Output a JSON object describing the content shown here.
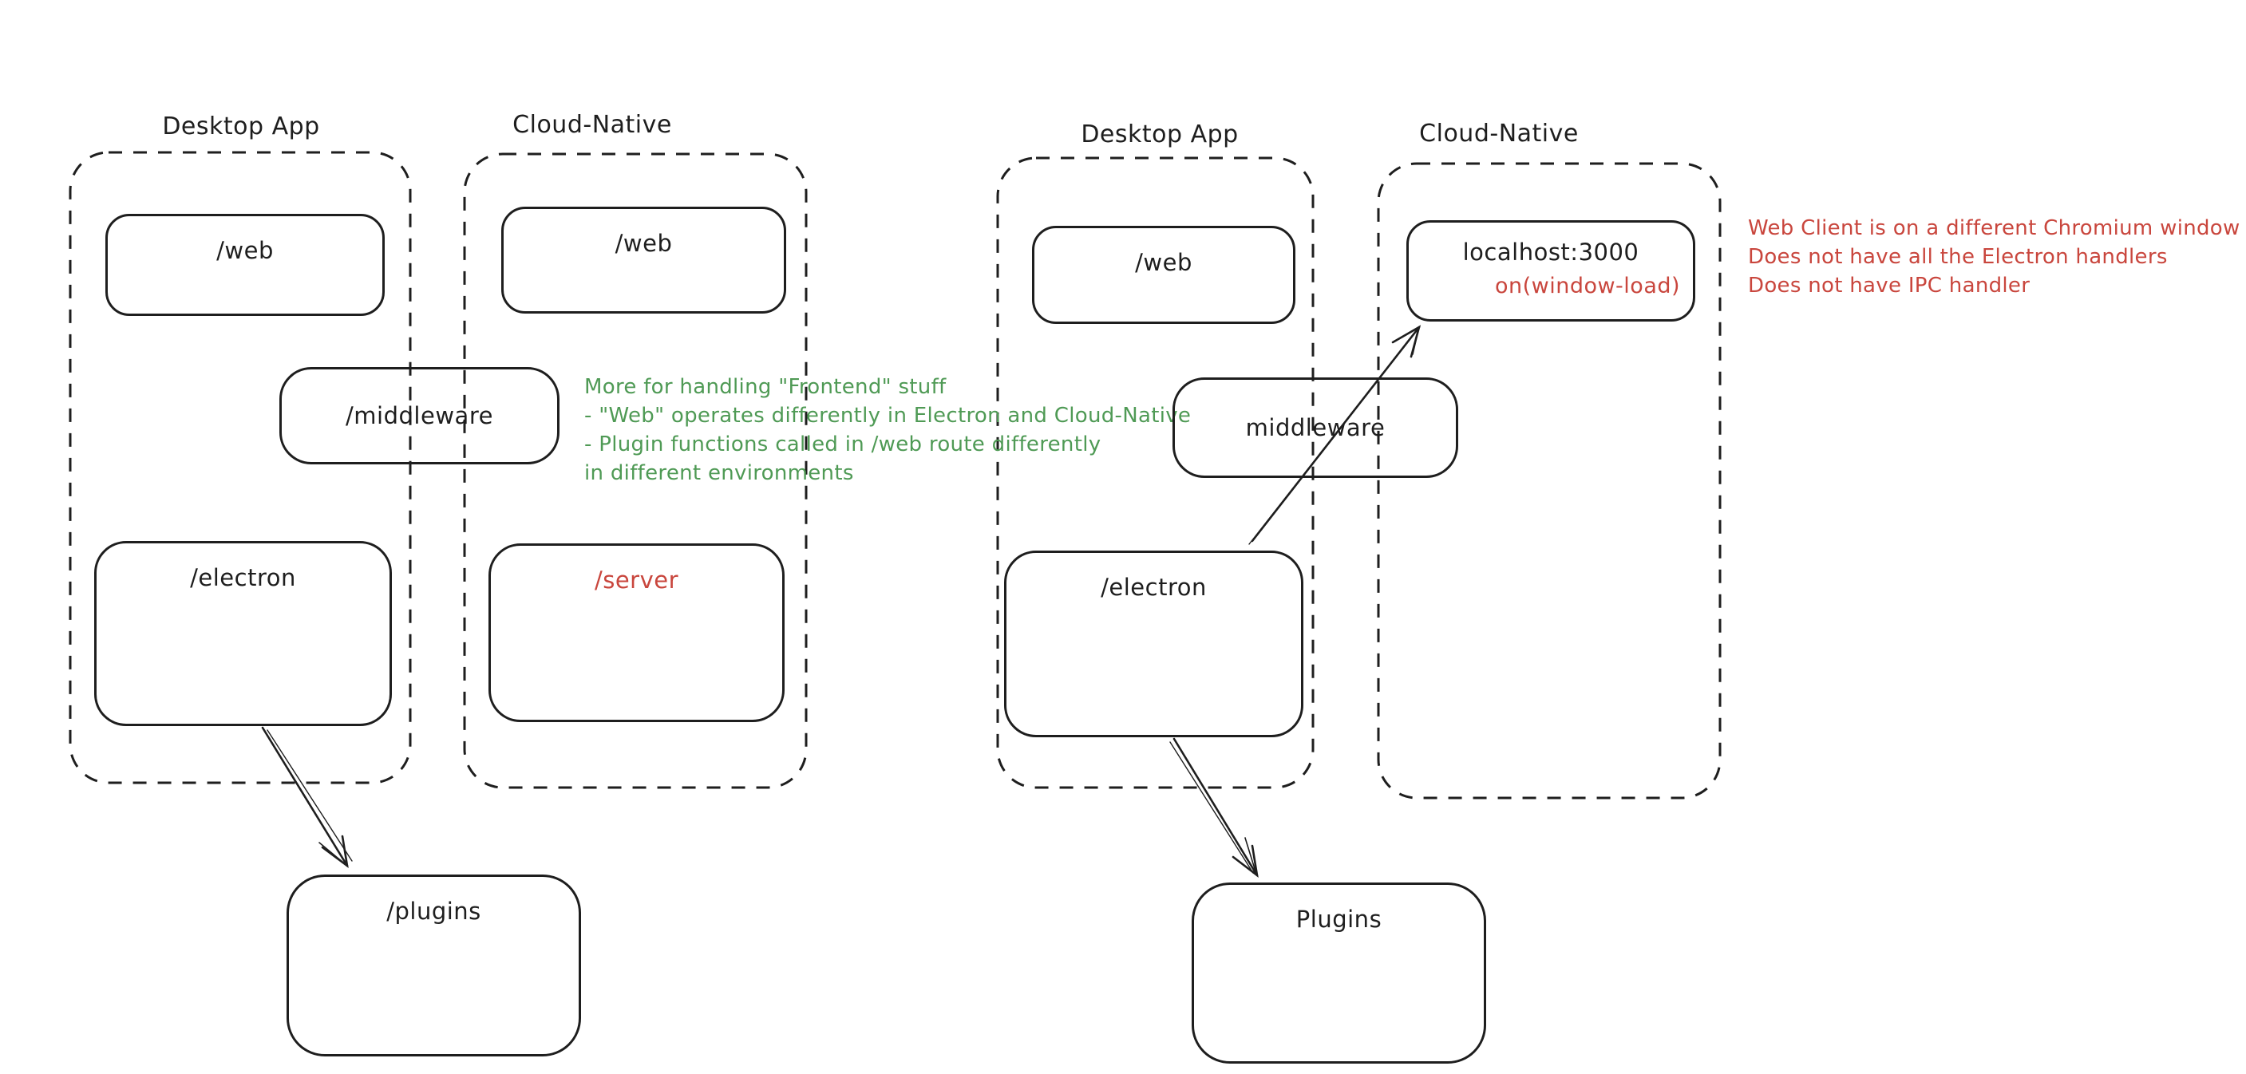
{
  "colors": {
    "stroke": "#1e1e1e",
    "green": "#4f9a55",
    "red": "#c9463d",
    "background": "#ffffff"
  },
  "left_diagram": {
    "desktop_container_label": "Desktop App",
    "cloud_container_label": "Cloud-Native",
    "web_desktop_box": "/web",
    "web_cloud_box": "/web",
    "middleware_box": "/middleware",
    "electron_box": "/electron",
    "server_box": "/server",
    "plugins_box": "/plugins",
    "annotation_lines": [
      "More for handling \"Frontend\" stuff",
      "- \"Web\" operates differently in Electron and Cloud-Native",
      "- Plugin functions called in /web route differently",
      "in different environments"
    ]
  },
  "right_diagram": {
    "desktop_container_label": "Desktop App",
    "cloud_container_label": "Cloud-Native",
    "web_box": "/web",
    "localhost_box": "localhost:3000",
    "localhost_event": "on(window-load)",
    "middleware_box": "middleware",
    "electron_box": "/electron",
    "plugins_box": "Plugins",
    "annotation_lines": [
      "Web Client is on a different Chromium window",
      "Does not have all the Electron handlers",
      "Does not have IPC handler"
    ]
  }
}
